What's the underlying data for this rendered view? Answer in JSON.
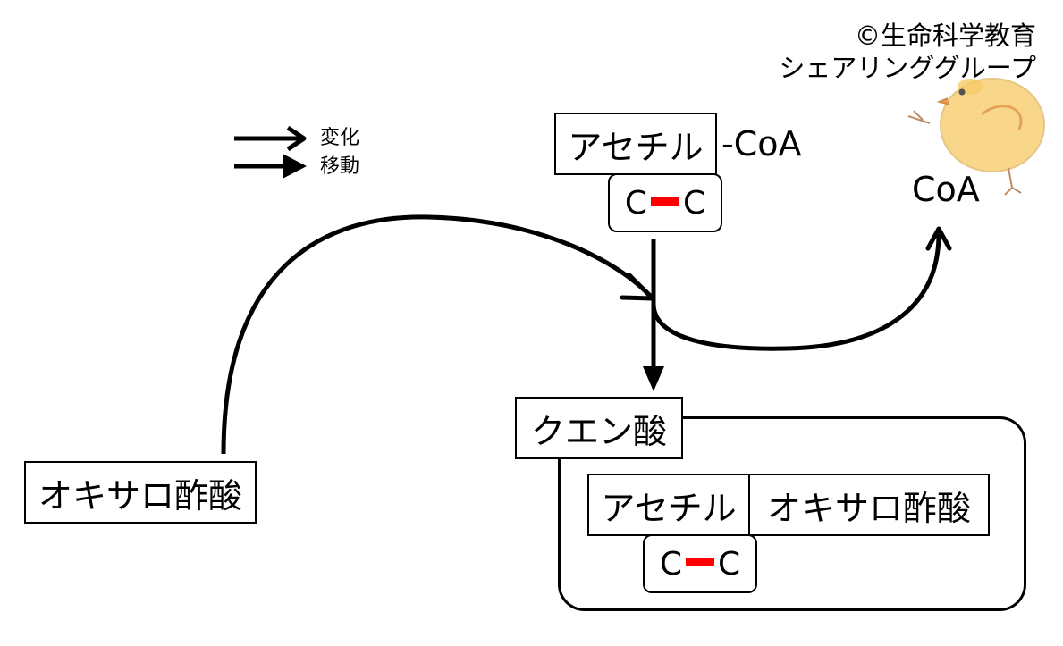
{
  "credit": {
    "line1": "©生命科学教育",
    "line2": "シェアリンググループ"
  },
  "legend": {
    "change_label": "変化",
    "move_label": "移動"
  },
  "acetyl_coa": {
    "acetyl_label": "アセチル",
    "coa_suffix": "-CoA",
    "carbon_left": "C",
    "carbon_right": "C"
  },
  "released": {
    "coa_label": "CoA"
  },
  "oxaloacetate": {
    "label": "オキサロ酢酸"
  },
  "citrate": {
    "title": "クエン酸",
    "acetyl_label": "アセチル",
    "oxaloacetate_label": "オキサロ酢酸",
    "carbon_left": "C",
    "carbon_right": "C"
  },
  "colors": {
    "bond": "#ff0000",
    "line": "#000000",
    "chick_fill": "#f5c04a",
    "chick_stroke": "#d9a441"
  },
  "icons": {
    "change": "thin-arrow-icon",
    "move": "block-arrow-icon",
    "mascot": "chick-illustration"
  }
}
